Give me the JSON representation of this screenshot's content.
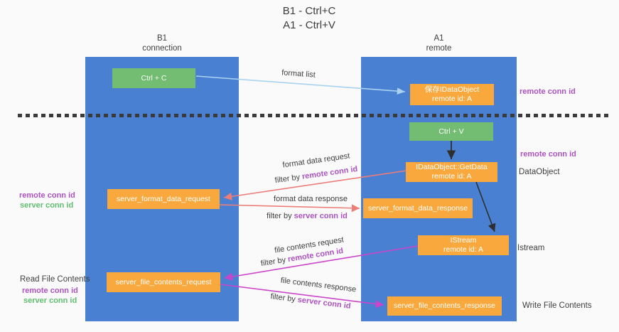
{
  "title": {
    "line1": "B1 - Ctrl+C",
    "line2": "A1 - Ctrl+V"
  },
  "lanes": {
    "left": {
      "name": "B1",
      "role": "connection"
    },
    "right": {
      "name": "A1",
      "role": "remote"
    }
  },
  "nodes": {
    "ctrl_c": {
      "label": "Ctrl + C"
    },
    "ctrl_v": {
      "label": "Ctrl + V"
    },
    "save_dataobject": {
      "line1": "保存IDataObject",
      "line2": "remote id: A"
    },
    "getdata": {
      "line1": "IDataObject::GetData",
      "line2": "remote id: A"
    },
    "istream": {
      "line1": "IStream",
      "line2": "remote id: A"
    },
    "format_request": {
      "label": "server_format_data_request"
    },
    "format_response": {
      "label": "server_format_data_response"
    },
    "file_request": {
      "label": "server_file_contents_request"
    },
    "file_response": {
      "label": "server_file_contents_response"
    }
  },
  "edges": {
    "format_list": {
      "label": "format list"
    },
    "format_request": {
      "label": "format data request",
      "filter_prefix": "filter by ",
      "filter_key": "remote conn id"
    },
    "format_response": {
      "label": "format data response",
      "filter_prefix": "filter by ",
      "filter_key": "server conn id"
    },
    "file_request": {
      "label": "file contents request",
      "filter_prefix": "filter by ",
      "filter_key": "remote conn id"
    },
    "file_response": {
      "label": "file contents response",
      "filter_prefix": "filter by ",
      "filter_key": "server conn id"
    }
  },
  "annotations": {
    "top_right_conn": "remote conn id",
    "mid_right_conn": "remote conn id",
    "dataobject": "DataObject",
    "istream": "Istream",
    "write_file": "Write File Contents",
    "read_file": "Read File Contents",
    "format_left_remote": "remote conn id",
    "format_left_server": "server conn id",
    "file_left_remote": "remote conn id",
    "file_left_server": "server conn id"
  },
  "colors": {
    "lane_blue": "#4a80d2",
    "box_orange": "#f8a83d",
    "box_green": "#72bd72",
    "arrow_salmon": "#ed7d79",
    "arrow_magenta": "#cb45cb",
    "arrow_lightblue": "#a8d2f0",
    "arrow_black": "#2e2e2e",
    "text_purple": "#ac53c0",
    "text_green": "#5fbe6e",
    "background": "#fafafa"
  }
}
